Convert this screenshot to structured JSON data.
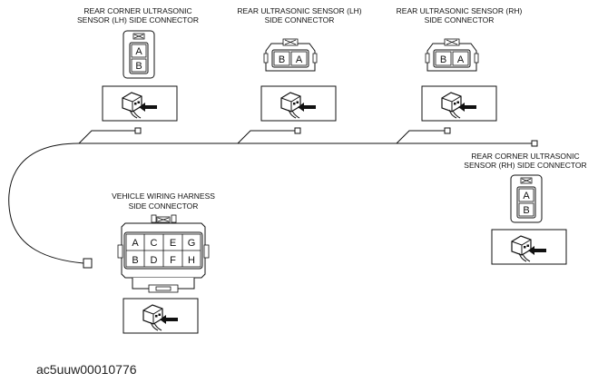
{
  "labels": {
    "rc_lh": [
      "REAR CORNER ULTRASONIC",
      "SENSOR (LH) SIDE CONNECTOR"
    ],
    "rs_lh": [
      "REAR ULTRASONIC SENSOR (LH)",
      "SIDE CONNECTOR"
    ],
    "rs_rh": [
      "REAR ULTRASONIC SENSOR (RH)",
      "SIDE CONNECTOR"
    ],
    "rc_rh": [
      "REAR CORNER ULTRASONIC",
      "SENSOR (RH) SIDE CONNECTOR"
    ],
    "harness": [
      "VEHICLE WIRING HARNESS",
      "SIDE CONNECTOR"
    ]
  },
  "pins": {
    "rc_lh": [
      "A",
      "B"
    ],
    "rs_lh": [
      "B",
      "A"
    ],
    "rs_rh": [
      "B",
      "A"
    ],
    "rc_rh": [
      "A",
      "B"
    ],
    "harness_top": [
      "A",
      "C",
      "E",
      "G"
    ],
    "harness_bottom": [
      "B",
      "D",
      "F",
      "H"
    ]
  },
  "figure_id": "ac5uuw00010776"
}
